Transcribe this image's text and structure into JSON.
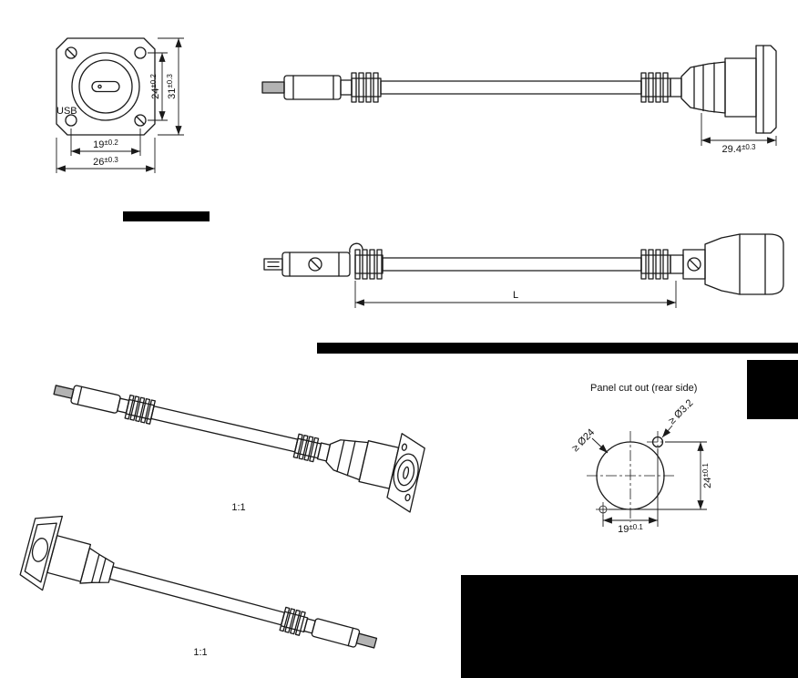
{
  "front_view": {
    "usb_label": "USB",
    "dim_hole_spacing_h": {
      "v": "19",
      "t": "±0.2"
    },
    "dim_flange_width": {
      "v": "26",
      "t": "±0.3"
    },
    "dim_hole_spacing_v": {
      "v": "24",
      "t": "±0.2"
    },
    "dim_flange_height": {
      "v": "31",
      "t": "±0.3"
    }
  },
  "side_view_top": {
    "dim_connector_length": {
      "v": "29.4",
      "t": "±0.3"
    }
  },
  "side_view_mid": {
    "dim_cable_length": "L"
  },
  "iso_views": {
    "scale_top": "1:1",
    "scale_bottom": "1:1"
  },
  "panel_cutout": {
    "title": "Panel cut out (rear side)",
    "label_main_hole": "≥ Ø24",
    "label_screw_hole": "≥ Ø3.2",
    "dim_vertical": {
      "v": "24",
      "t": "±0.1"
    },
    "dim_horizontal": {
      "v": "19",
      "t": "±0.1"
    }
  },
  "colors": {
    "line": "#1a1a1a",
    "redaction": "#000000",
    "background": "#ffffff"
  }
}
